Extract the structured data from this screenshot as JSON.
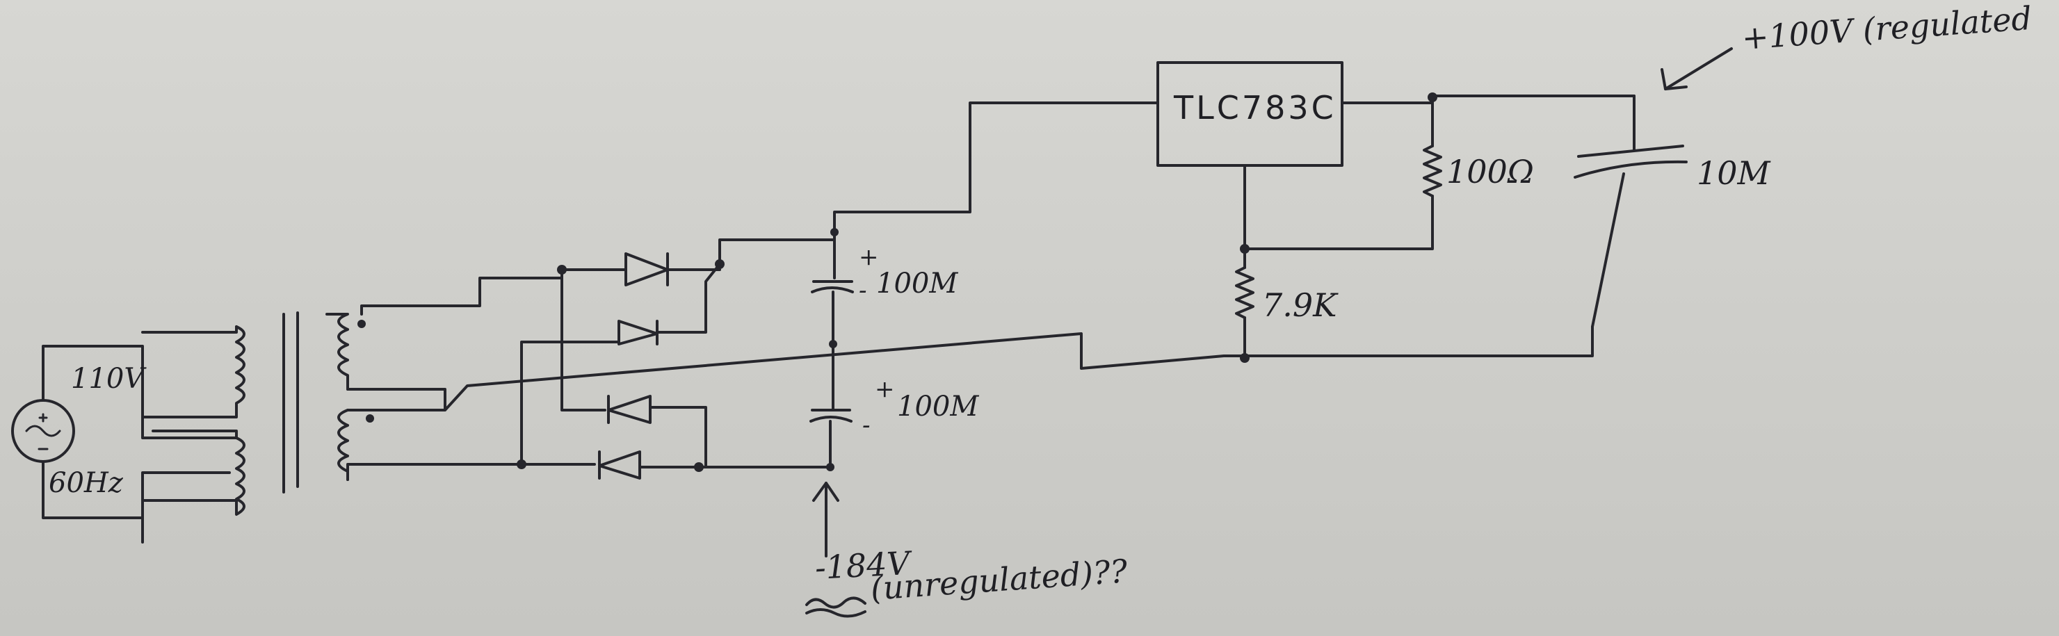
{
  "labels": {
    "source_voltage": "110V",
    "source_frequency": "60Hz",
    "regulator": "TLC783C",
    "r_top": "100Ω",
    "r_bottom": "7.9K",
    "c_out": "10M",
    "c_upper": "100M",
    "c_lower": "100M",
    "out_regulated": "+100V (regulated",
    "out_unregulated_voltage": "184V",
    "out_unregulated_note": "(unregulated)??",
    "plus_sign": "+",
    "minus_sign": "-"
  },
  "colors": {
    "ink": "#26262c",
    "paper": "#d0d0cc"
  },
  "icons": {
    "source": "ac-source-icon"
  }
}
